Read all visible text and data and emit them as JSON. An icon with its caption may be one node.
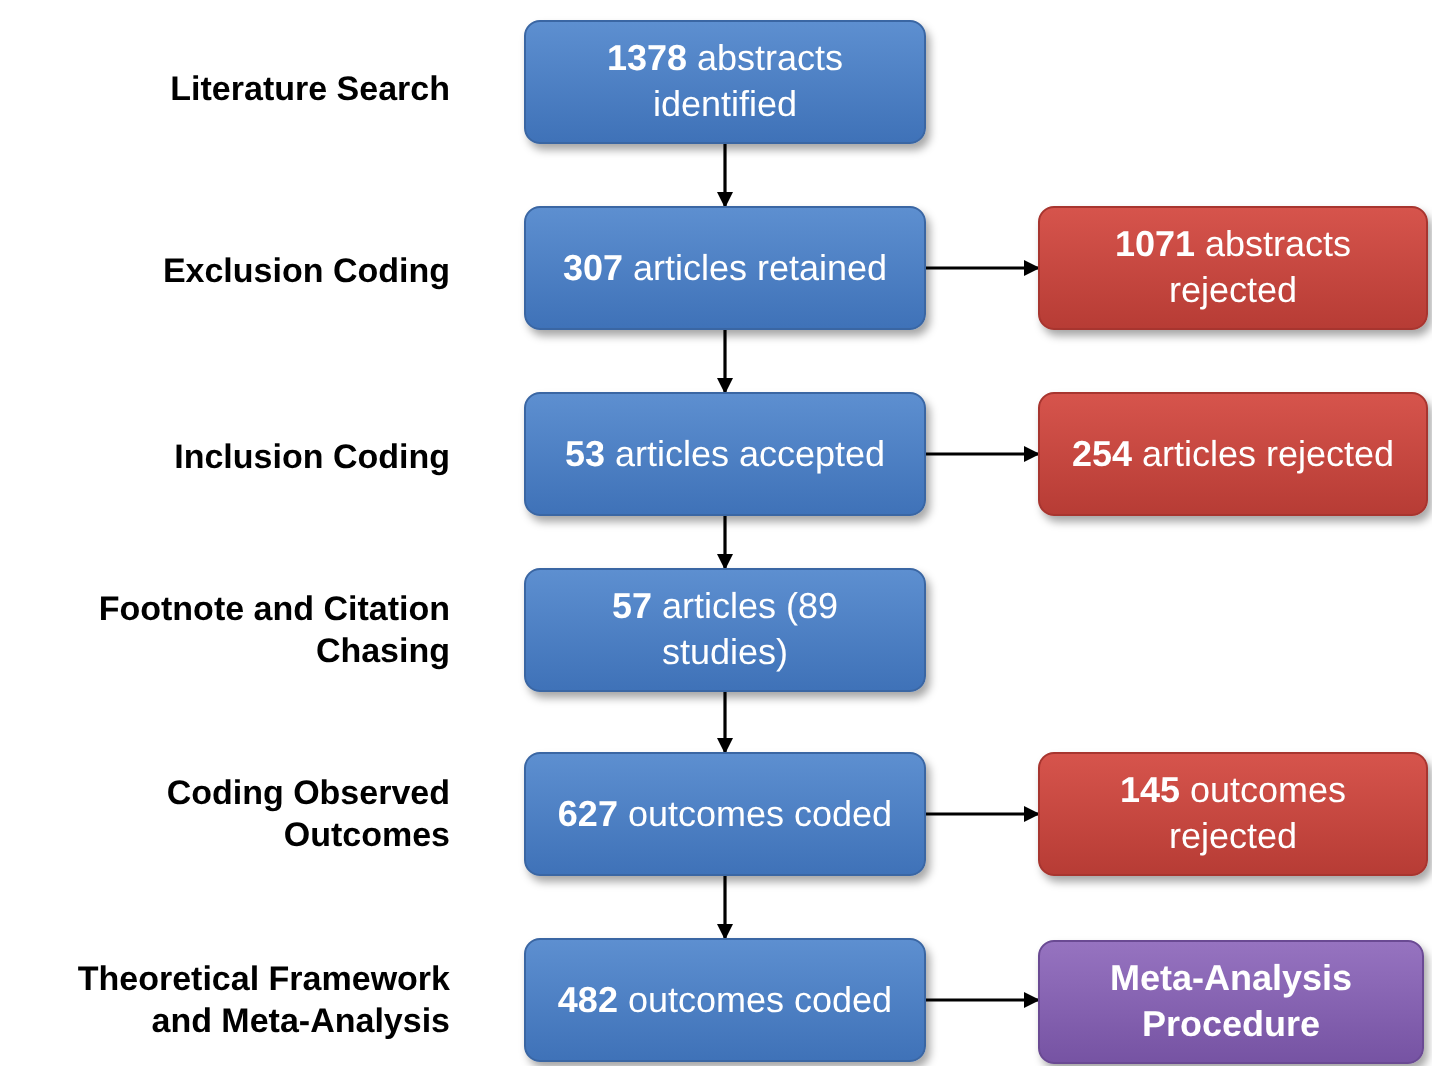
{
  "diagram": {
    "nodes": [
      {
        "text": [
          "**1378** abstracts identified"
        ]
      },
      {
        "text": [
          "**307** articles retained"
        ]
      },
      {
        "text": [
          "**1071** abstracts rejected"
        ]
      },
      {
        "text": [
          "**53** articles accepted"
        ]
      },
      {
        "text": [
          "**254** articles rejected"
        ]
      },
      {
        "text": [
          "**57** articles (89 studies)"
        ]
      },
      {
        "text": [
          "**627** outcomes coded"
        ]
      },
      {
        "text": [
          "**145** outcomes rejected"
        ]
      },
      {
        "text": [
          "**482** outcomes coded"
        ]
      },
      {
        "text": [
          "Meta-Analysis Procedure"
        ]
      }
    ],
    "edges": [
      {
        "from": 0,
        "to": 1,
        "arrow": "to"
      },
      {
        "from": 1,
        "to": 2,
        "arrow": "to"
      },
      {
        "from": 1,
        "to": 3,
        "arrow": "to"
      },
      {
        "from": 3,
        "to": 4,
        "arrow": "to"
      },
      {
        "from": 3,
        "to": 5,
        "arrow": "to"
      },
      {
        "from": 5,
        "to": 6,
        "arrow": "to"
      },
      {
        "from": 6,
        "to": 7,
        "arrow": "to"
      },
      {
        "from": 6,
        "to": 8,
        "arrow": "to"
      },
      {
        "from": 8,
        "to": 9,
        "arrow": "to"
      }
    ],
    "labels": [
      "Literature Search",
      "Exclusion Coding",
      "Inclusion Coding",
      "Footnote and Citation Chasing",
      "Coding Observed Outcomes",
      "Theoretical Framework and Meta-Analysis"
    ]
  }
}
